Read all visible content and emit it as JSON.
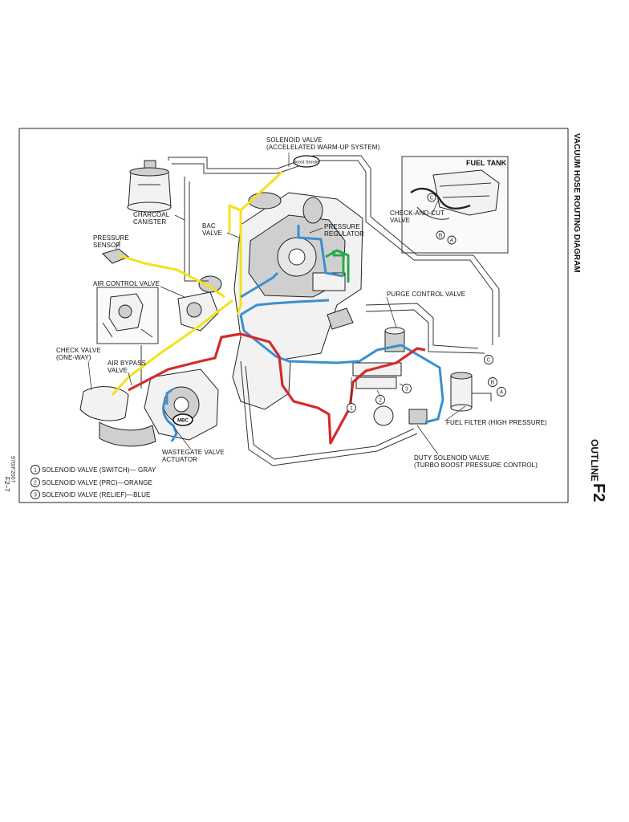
{
  "labels": {
    "solenoid_warmup_1": "SOLENOID VALVE",
    "solenoid_warmup_2": "(ACCELELATED WARM-UP SYSTEM)",
    "boost_sender": "Boost Sender",
    "fuel_tank": "FUEL TANK",
    "check_and_cut_1": "CHECK-AND-CUT",
    "check_and_cut_2": "VALVE",
    "charcoal_1": "CHARCOAL",
    "charcoal_2": "CANISTER",
    "bac_1": "BAC",
    "bac_2": "VALVE",
    "pressure_reg_1": "PRESSURE",
    "pressure_reg_2": "REGULATOR",
    "pressure_sensor_1": "PRESSURE",
    "pressure_sensor_2": "SENSOR",
    "air_control_valve": "AIR CONTROL VALVE",
    "purge_control_valve": "PURGE CONTROL VALVE",
    "check_valve_1": "CHECK VALVE",
    "check_valve_2": "(ONE-WAY)",
    "air_bypass_1": "AIR BYPASS",
    "air_bypass_2": "VALVE",
    "mbc": "MBC",
    "fuel_filter": "FUEL FILTER (HIGH PRESSURE)",
    "wastegate_1": "WASTEGATE VALVE",
    "wastegate_2": "ACTUATOR",
    "duty_solenoid_1": "DUTY SOLENOID VALVE",
    "duty_solenoid_2": "(TURBO BOOST PRESSURE CONTROL)"
  },
  "markers": {
    "a": "A",
    "b": "B",
    "c": "C",
    "n1": "1",
    "n2": "2",
    "n3": "3"
  },
  "legend": [
    {
      "num": "1",
      "text": "SOLENOID VALVE (SWITCH)— GRAY"
    },
    {
      "num": "2",
      "text": "SOLENOID VALVE (PRC)—ORANGE"
    },
    {
      "num": "3",
      "text": "SOLENOID VALVE (RELIEF)—BLUE"
    }
  ],
  "side_titles": {
    "routing": "VACUUM HOSE ROUTING DIAGRAM",
    "outline": "OUTLINE",
    "code": "F2"
  },
  "footer": {
    "code": "970IF2007",
    "page": "F2–7"
  },
  "colors": {
    "yellow_hose": "#f2e21a",
    "red_hose": "#d42a2a",
    "blue_hose": "#3a8fd0",
    "green_hose": "#2aa84a"
  }
}
